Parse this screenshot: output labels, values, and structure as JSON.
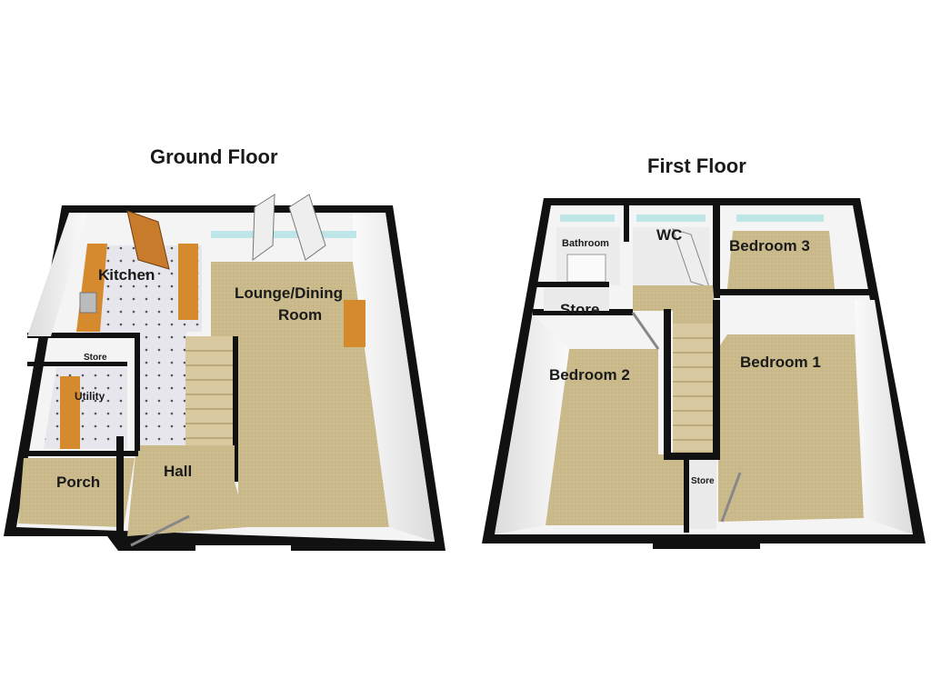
{
  "floors": {
    "ground": {
      "title": "Ground Floor",
      "rooms": {
        "kitchen": "Kitchen",
        "lounge_line1": "Lounge/Dining",
        "lounge_line2": "Room",
        "store": "Store",
        "utility": "Utility",
        "porch": "Porch",
        "hall": "Hall"
      }
    },
    "first": {
      "title": "First Floor",
      "rooms": {
        "bathroom": "Bathroom",
        "wc": "WC",
        "bedroom3": "Bedroom 3",
        "store": "Store",
        "bedroom2": "Bedroom 2",
        "bedroom1": "Bedroom 1",
        "landing_store": "Store"
      }
    }
  },
  "colors": {
    "wall": "#111111",
    "wall_inner": "#f2f2f2",
    "carpet": "#c9b98a",
    "carpet_dark": "#b8a676",
    "tile": "#e4e4ea",
    "worktop": "#d58a2e",
    "window": "#bfe6e6",
    "stairs": "#d8c9a0"
  }
}
